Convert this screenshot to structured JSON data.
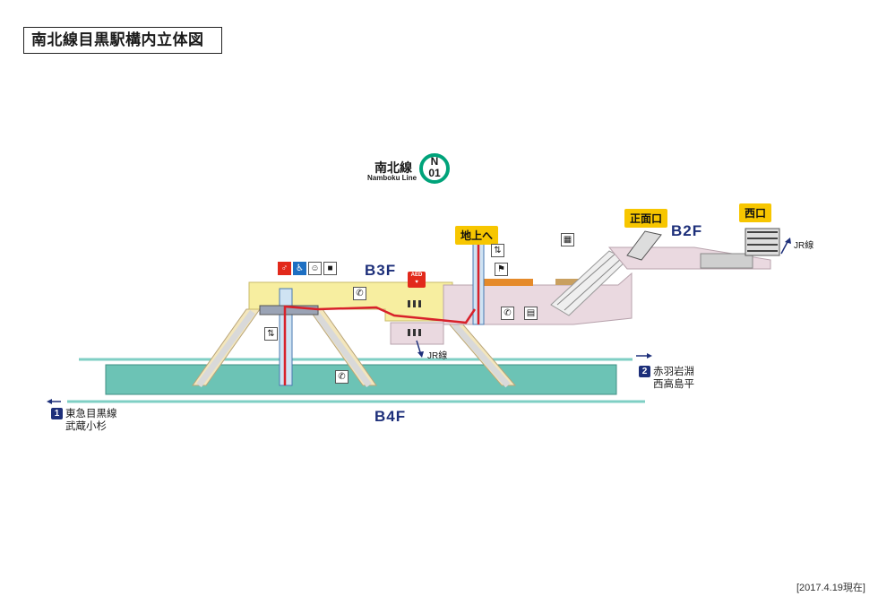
{
  "title": "南北線目黒駅構内立体図",
  "footer_date": "[2017.4.19現在]",
  "line": {
    "name_ja": "南北線",
    "name_en": "Namboku Line",
    "symbol_letter": "N",
    "symbol_number": "01",
    "color": "#00a37a"
  },
  "floors": {
    "b2f": "B2F",
    "b3f": "B3F",
    "b4f": "B4F"
  },
  "exits": {
    "to_ground": "地上へ",
    "main_exit": "正面口",
    "west_exit": "西口"
  },
  "transfers": {
    "jr_1": "JR線",
    "jr_2": "JR線"
  },
  "destinations": {
    "left": {
      "number": "1",
      "line1": "東急目黒線",
      "line2": "武蔵小杉"
    },
    "right": {
      "number": "2",
      "line1": "赤羽岩淵",
      "line2": "西高島平"
    }
  },
  "facilities": {
    "aed": "AED"
  },
  "colors": {
    "platform": "#6cc3b5",
    "concourse_yellow": "#f7eea0",
    "concourse_pink": "#ead9e0",
    "route_red": "#d8212a",
    "track_line": "#7fcfc4",
    "navy": "#1d2f7a",
    "tag_yellow": "#f7c600"
  },
  "icons": [
    "restroom-icon",
    "wheelchair-icon",
    "baby-icon",
    "multipurpose-icon",
    "phone-icon",
    "ticket-machine-icon",
    "station-office-icon",
    "locker-icon",
    "elevator-icon",
    "aed-icon"
  ]
}
